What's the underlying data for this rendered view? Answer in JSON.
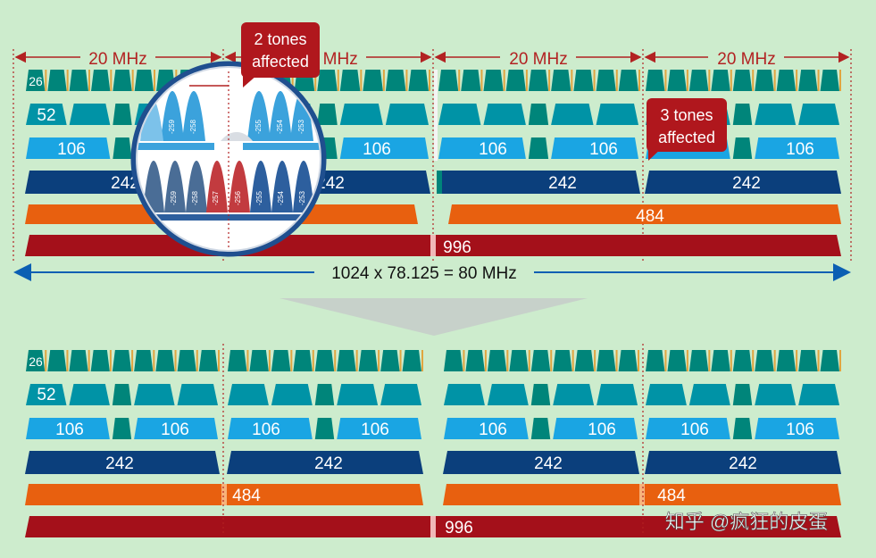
{
  "palette": {
    "background": "#cdeccd",
    "teal": "#00857a",
    "sky_teal": "#0093a6",
    "light_blue": "#1aa5e3",
    "navy": "#0b3f7c",
    "orange": "#e8600f",
    "dark_red": "#a4101a",
    "callout": "#b0171d",
    "guide": "#b22222",
    "arrow_blue": "#0b5fb3",
    "gold_gap": "#e0a540"
  },
  "top": {
    "segment_label": "20 MHz",
    "callout_2": {
      "line1": "2 tones",
      "line2": "affected"
    },
    "callout_3": {
      "line1": "3 tones",
      "line2": "affected"
    },
    "label_26": "26",
    "label_52": "52",
    "label_106": "106",
    "label_242": "242",
    "label_484": "484",
    "label_996": "996",
    "span_label": "1024 x 78.125 = 80 MHz"
  },
  "bottom": {
    "label_26": "26",
    "label_52": "52",
    "label_106": "106",
    "label_242": "242",
    "label_484": "484",
    "label_996": "996"
  },
  "magnifier": {
    "tones_upper": [
      "-259",
      "-258",
      "-255",
      "-254",
      "-253"
    ],
    "tones_lower": [
      "-259",
      "-258",
      "-257",
      "-256",
      "-255",
      "-254",
      "-253"
    ]
  },
  "watermark": "知乎 @疯狂的皮蛋"
}
